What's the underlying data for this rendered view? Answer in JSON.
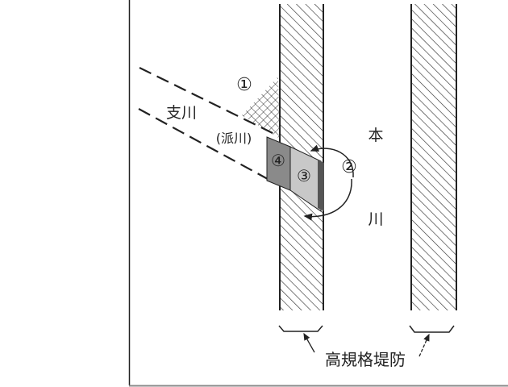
{
  "diagram": {
    "labels": {
      "tributary": "支川",
      "distributary": "(派川)",
      "main_river_1": "本",
      "main_river_2": "川",
      "high_standard_levee": "高規格堤防"
    },
    "markers": {
      "m1": "①",
      "m2": "②",
      "m3": "③",
      "m4": "④"
    },
    "colors": {
      "line": "#222222",
      "section3": "#c8c8c8",
      "section4": "#8a8a8a",
      "dark_strip": "#555555"
    }
  }
}
